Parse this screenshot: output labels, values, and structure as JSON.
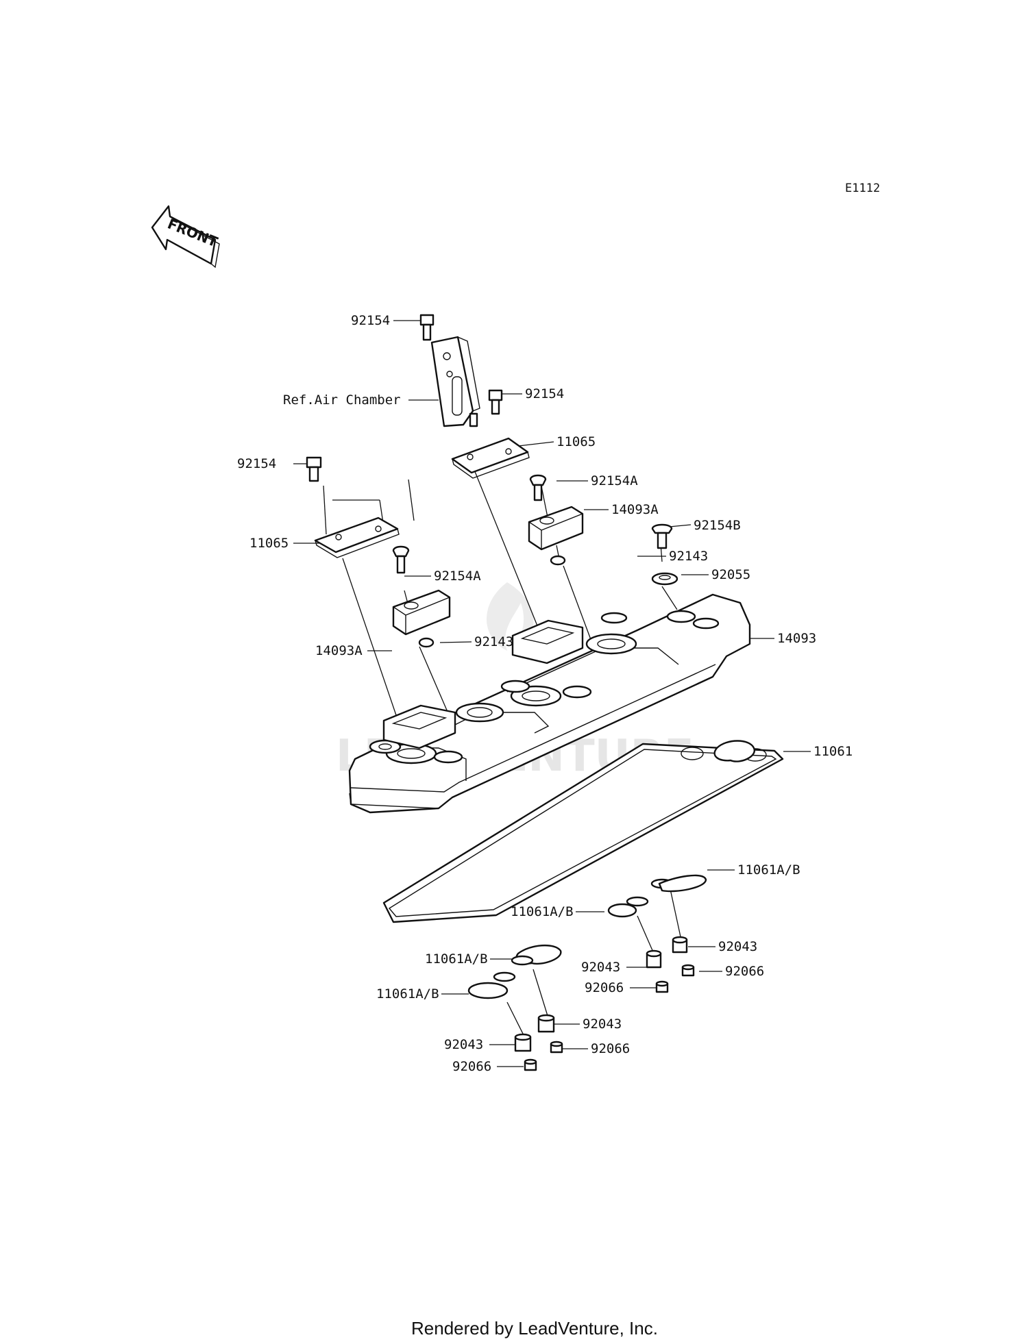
{
  "diagram_code": "E1112",
  "front_badge": "FRONT",
  "watermark": "LEADVENTURE",
  "footer": "Rendered by LeadVenture, Inc.",
  "labels": {
    "l92154_top": "92154",
    "ref_air_chamber": "Ref.Air Chamber",
    "l92154_mid": "92154",
    "l11065_right": "11065",
    "l92154_left": "92154",
    "l92154A_right": "92154A",
    "l14093A_right": "14093A",
    "l92154B": "92154B",
    "l11065_left": "11065",
    "l92154A_left": "92154A",
    "l92143_right": "92143",
    "l92055": "92055",
    "l14093A_left": "14093A",
    "l92143_left": "92143",
    "l14093": "14093",
    "l11061": "11061",
    "l11061AB_r1": "11061A/B",
    "l11061AB_r2": "11061A/B",
    "l92043_r1": "92043",
    "l92043_r2": "92043",
    "l92066_r1": "92066",
    "l92066_r2": "92066",
    "l11061AB_l1": "11061A/B",
    "l11061AB_l2": "11061A/B",
    "l92043_l1": "92043",
    "l92043_l2": "92043",
    "l92066_l1": "92066",
    "l92066_l2": "92066"
  }
}
